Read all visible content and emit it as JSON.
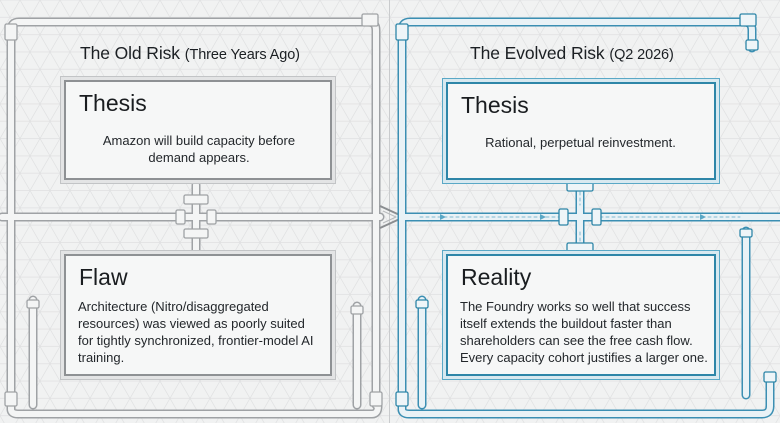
{
  "left_panel": {
    "title": "The Old Risk",
    "subtitle": "(Three Years Ago)",
    "top_card": {
      "heading": "Thesis",
      "body": "Amazon will build capacity before demand appears."
    },
    "bottom_card": {
      "heading": "Flaw",
      "body": "Architecture (Nitro/disaggregated resources) was viewed as poorly suited for tightly synchronized, frontier-model AI training."
    }
  },
  "right_panel": {
    "title": "The Evolved Risk",
    "subtitle": "(Q2 2026)",
    "top_card": {
      "heading": "Thesis",
      "body": "Rational, perpetual reinvestment."
    },
    "bottom_card": {
      "heading": "Reality",
      "body": "The Foundry works so well that success itself extends the buildout faster than shareholders can see the free cash flow. Every capacity cohort justifies a larger one."
    }
  },
  "colors": {
    "background": "#f1f2f2",
    "old_pipe": "#a9acaf",
    "new_pipe": "#3b8fb3",
    "new_accent": "#2e86a8"
  }
}
